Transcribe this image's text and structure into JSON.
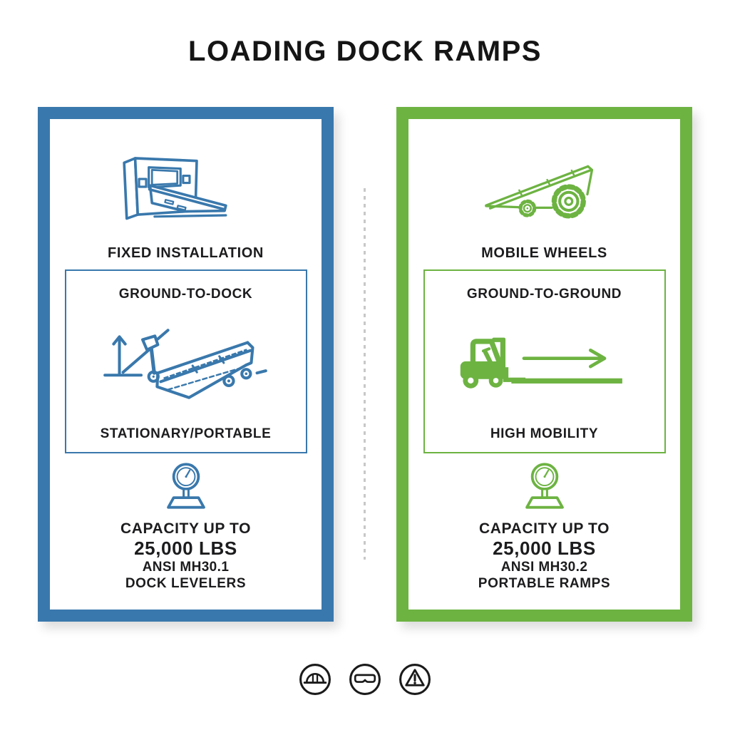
{
  "title": "LOADING DOCK RAMPS",
  "colors": {
    "blue": "#3978AC",
    "green": "#6DB342",
    "text": "#1C1C1E",
    "divider": "#C8C8C8",
    "icon_black": "#1A1A1A",
    "background": "#FFFFFF"
  },
  "left_panel": {
    "accent_color": "#3978AC",
    "top_icon": "dock-leveler-icon",
    "feature_label": "FIXED INSTALLATION",
    "spec_box": {
      "top_label": "GROUND-TO-DOCK",
      "icon": "yard-ramp-icon",
      "bottom_label": "STATIONARY/PORTABLE"
    },
    "capacity": {
      "icon": "weight-scale-icon",
      "line1": "CAPACITY UP TO",
      "line2": "25,000 LBS",
      "line3": "ANSI MH30.1",
      "line4": "DOCK LEVELERS"
    }
  },
  "right_panel": {
    "accent_color": "#6DB342",
    "top_icon": "mobile-ramp-wheels-icon",
    "feature_label": "MOBILE WHEELS",
    "spec_box": {
      "top_label": "GROUND-TO-GROUND",
      "icon": "forklift-arrow-icon",
      "bottom_label": "HIGH MOBILITY"
    },
    "capacity": {
      "icon": "weight-scale-icon",
      "line1": "CAPACITY UP TO",
      "line2": "25,000 LBS",
      "line3": "ANSI MH30.2",
      "line4": "PORTABLE RAMPS"
    }
  },
  "footer_icons": [
    {
      "name": "hard-hat-icon"
    },
    {
      "name": "safety-goggles-icon"
    },
    {
      "name": "warning-triangle-icon"
    }
  ]
}
